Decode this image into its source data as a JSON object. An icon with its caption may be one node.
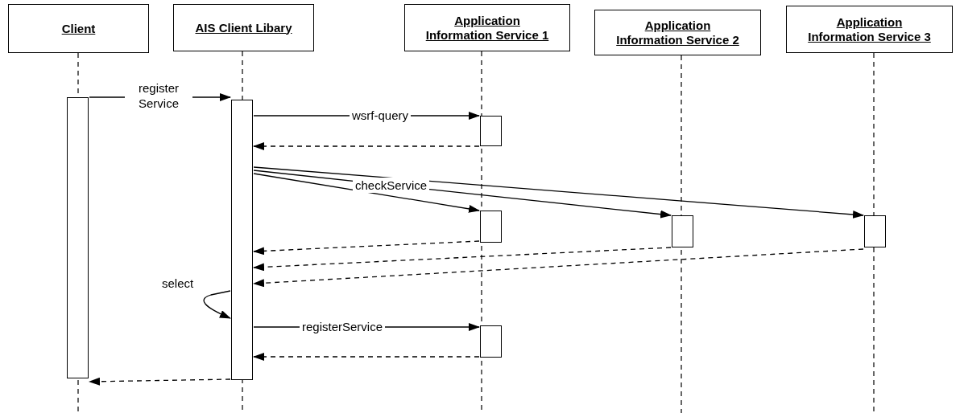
{
  "diagram": {
    "nodes": [
      {
        "text": [
          "Client"
        ]
      },
      {
        "text": [
          "AIS Client Libary"
        ]
      },
      {
        "text": [
          "Application Information Service 1"
        ]
      },
      {
        "text": [
          "Application Information Service 2"
        ]
      },
      {
        "text": [
          "Application Information Service 3"
        ]
      },
      {
        "text": [],
        "shape": "bar"
      },
      {
        "text": [],
        "shape": "bar"
      },
      {
        "text": [],
        "shape": "bar"
      },
      {
        "text": [],
        "shape": "bar"
      },
      {
        "text": [],
        "shape": "bar"
      },
      {
        "text": [],
        "shape": "bar"
      },
      {
        "text": [],
        "shape": "bar"
      }
    ],
    "edges": [
      {
        "from": 5,
        "to": 6,
        "arrow": "to",
        "label": "register Service"
      },
      {
        "from": 6,
        "to": 7,
        "arrow": "to",
        "label": "wsrf-query"
      },
      {
        "from": 7,
        "to": 6,
        "arrow": "to",
        "style": "dashed"
      },
      {
        "from": 6,
        "to": 8,
        "arrow": "to",
        "label": "checkService"
      },
      {
        "from": 6,
        "to": 9,
        "arrow": "to"
      },
      {
        "from": 6,
        "to": 10,
        "arrow": "to"
      },
      {
        "from": 8,
        "to": 6,
        "arrow": "to",
        "style": "dashed"
      },
      {
        "from": 9,
        "to": 6,
        "arrow": "to",
        "style": "dashed"
      },
      {
        "from": 10,
        "to": 6,
        "arrow": "to",
        "style": "dashed"
      },
      {
        "from": 6,
        "to": 6,
        "arrow": "to",
        "label": "select"
      },
      {
        "from": 6,
        "to": 11,
        "arrow": "to",
        "label": "registerService"
      },
      {
        "from": 11,
        "to": 6,
        "arrow": "to",
        "style": "dashed"
      },
      {
        "from": 6,
        "to": 5,
        "arrow": "to",
        "style": "dashed"
      }
    ]
  }
}
